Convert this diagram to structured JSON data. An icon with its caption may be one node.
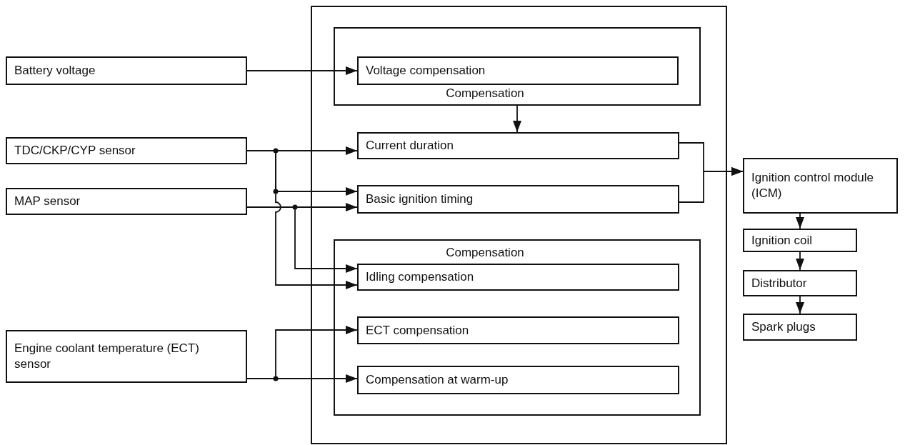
{
  "diagram": {
    "nodes": [
      {
        "text": [
          "Battery voltage"
        ]
      },
      {
        "text": [
          "TDC/CKP/CYP sensor"
        ]
      },
      {
        "text": [
          "MAP sensor"
        ]
      },
      {
        "text": [
          "Engine coolant temperature (ECT) sensor"
        ]
      },
      {
        "text": [],
        "shape": "box"
      },
      {
        "text": [
          "Compensation"
        ],
        "in": 4
      },
      {
        "text": [
          "Voltage compensation"
        ],
        "in": 5
      },
      {
        "text": [
          "Current duration"
        ],
        "in": 4
      },
      {
        "text": [
          "Basic ignition timing"
        ],
        "in": 4
      },
      {
        "text": [
          "Compensation"
        ],
        "in": 4
      },
      {
        "text": [
          "Idling compensation"
        ],
        "in": 9
      },
      {
        "text": [
          "ECT compensation"
        ],
        "in": 9
      },
      {
        "text": [
          "Compensation at warm-up"
        ],
        "in": 9
      },
      {
        "text": [
          "Ignition control module (ICM)"
        ]
      },
      {
        "text": [
          "Ignition coil"
        ]
      },
      {
        "text": [
          "Distributor"
        ]
      },
      {
        "text": [
          "Spark plugs"
        ]
      }
    ],
    "edges": [
      {
        "from": 0,
        "to": 6,
        "arrow": "to"
      },
      {
        "from": 5,
        "to": 7,
        "arrow": "to"
      },
      {
        "from": 1,
        "to": 7,
        "arrow": "to"
      },
      {
        "from": 1,
        "to": 8,
        "arrow": "to"
      },
      {
        "from": 1,
        "to": 10,
        "arrow": "to"
      },
      {
        "from": 2,
        "to": 8,
        "arrow": "to"
      },
      {
        "from": 2,
        "to": 10,
        "arrow": "to"
      },
      {
        "from": 3,
        "to": 11,
        "arrow": "to"
      },
      {
        "from": 3,
        "to": 12,
        "arrow": "to"
      },
      {
        "from": 7,
        "to": 13,
        "arrow": "to"
      },
      {
        "from": 8,
        "to": 13,
        "arrow": "to"
      },
      {
        "from": 13,
        "to": 14,
        "arrow": "to"
      },
      {
        "from": 14,
        "to": 15,
        "arrow": "to"
      },
      {
        "from": 15,
        "to": 16,
        "arrow": "to"
      }
    ]
  }
}
